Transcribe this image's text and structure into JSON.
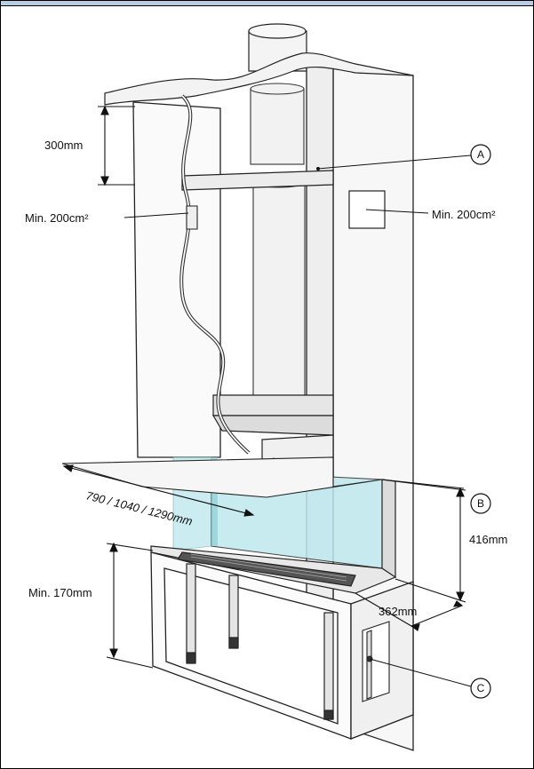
{
  "labels": {
    "height_300": "300mm",
    "vent_left": "Min. 200cm²",
    "vent_right": "Min. 200cm²",
    "width": "790 / 1040 / 1290mm",
    "height_416": "416mm",
    "min_170": "Min. 170mm",
    "depth_362": "362mm"
  },
  "callouts": {
    "a": "A",
    "b": "B",
    "c": "C"
  },
  "colors": {
    "header_band": "#b8cce4",
    "glass": "#bfe8ee",
    "line": "#222222"
  }
}
